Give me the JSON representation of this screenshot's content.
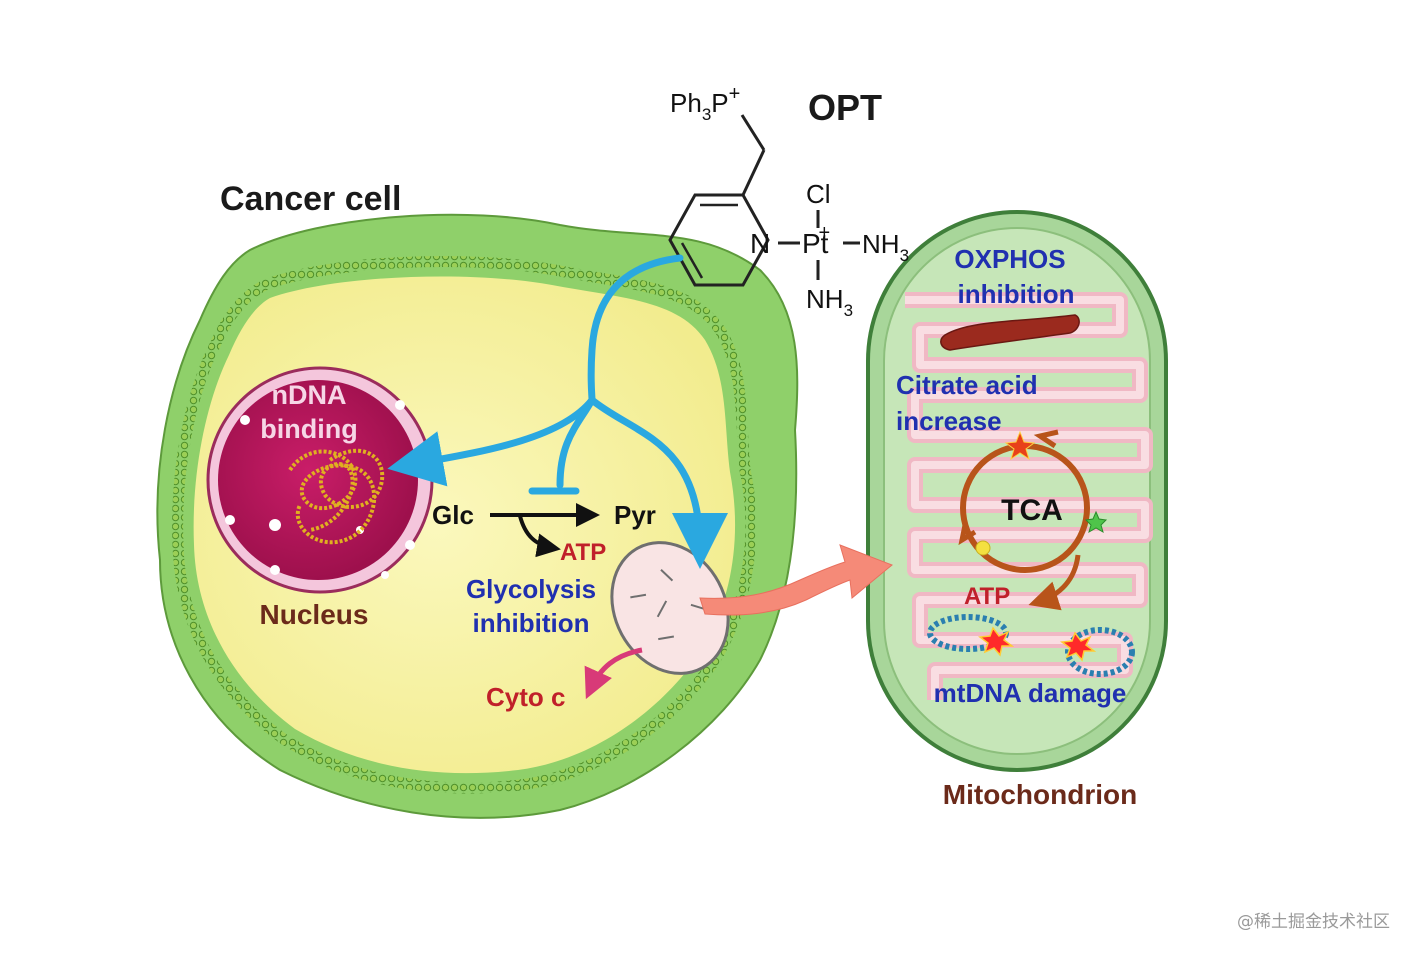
{
  "labels": {
    "cancer_cell": "Cancer cell",
    "opt": "OPT",
    "ndna_line1": "nDNA",
    "ndna_line2": "binding",
    "nucleus": "Nucleus",
    "glc": "Glc",
    "pyr": "Pyr",
    "atp_cytosol": "ATP",
    "glycolysis_line1": "Glycolysis",
    "glycolysis_line2": "inhibition",
    "cyto_c": "Cyto c",
    "oxphos_line1": "OXPHOS",
    "oxphos_line2": "inhibition",
    "citrate_line1": "Citrate acid",
    "citrate_line2": "increase",
    "tca": "TCA",
    "atp_mito": "ATP",
    "mtdna_damage": "mtDNA damage",
    "mitochondrion": "Mitochondrion"
  },
  "molecule": {
    "ph3p": "Ph",
    "ph3p_sub": "3",
    "ph3p_p": "P",
    "ph3p_charge": "+",
    "n_atom": "N",
    "pt_atom": "Pt",
    "pt_charge": "+",
    "cl": "Cl",
    "nh3_right": "NH",
    "nh3_right_sub": "3",
    "nh3_bottom": "NH",
    "nh3_bottom_sub": "3"
  },
  "watermark": "@稀土掘金技术社区",
  "colors": {
    "label_dark": "#1a1a1a",
    "label_blue": "#2030b0",
    "label_red": "#c0202a",
    "label_brown": "#6b2a1a",
    "arrow_blue": "#2aa8e0",
    "tca_arrow": "#b8541a",
    "cell_fill": "#f7f3a6",
    "membrane_green": "#7ec74a",
    "nucleus_fill": "#b8145a",
    "mito_fill": "#a8d69a"
  }
}
